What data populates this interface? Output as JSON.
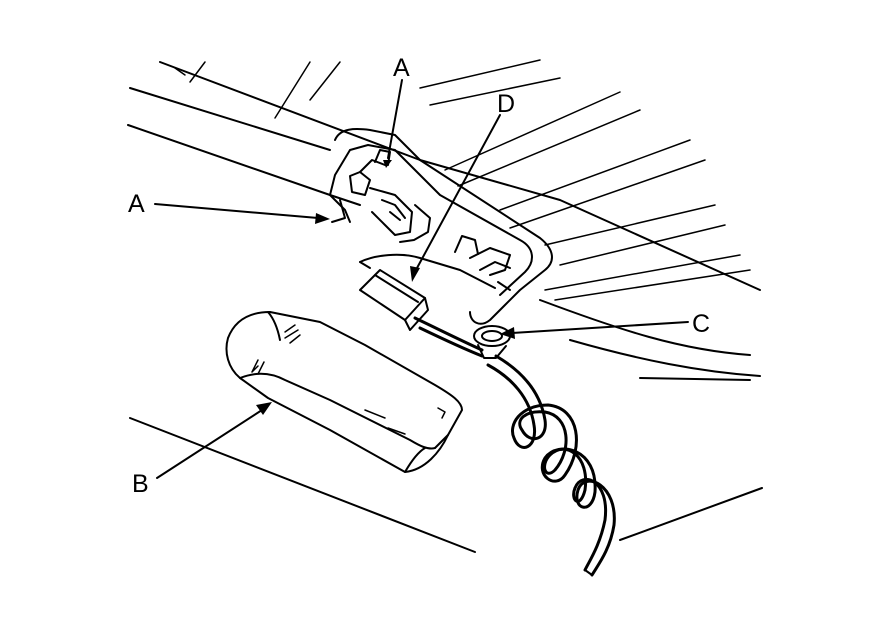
{
  "diagram": {
    "labels": {
      "a_top": "A",
      "a_left": "A",
      "b": "B",
      "c": "C",
      "d": "D"
    }
  }
}
